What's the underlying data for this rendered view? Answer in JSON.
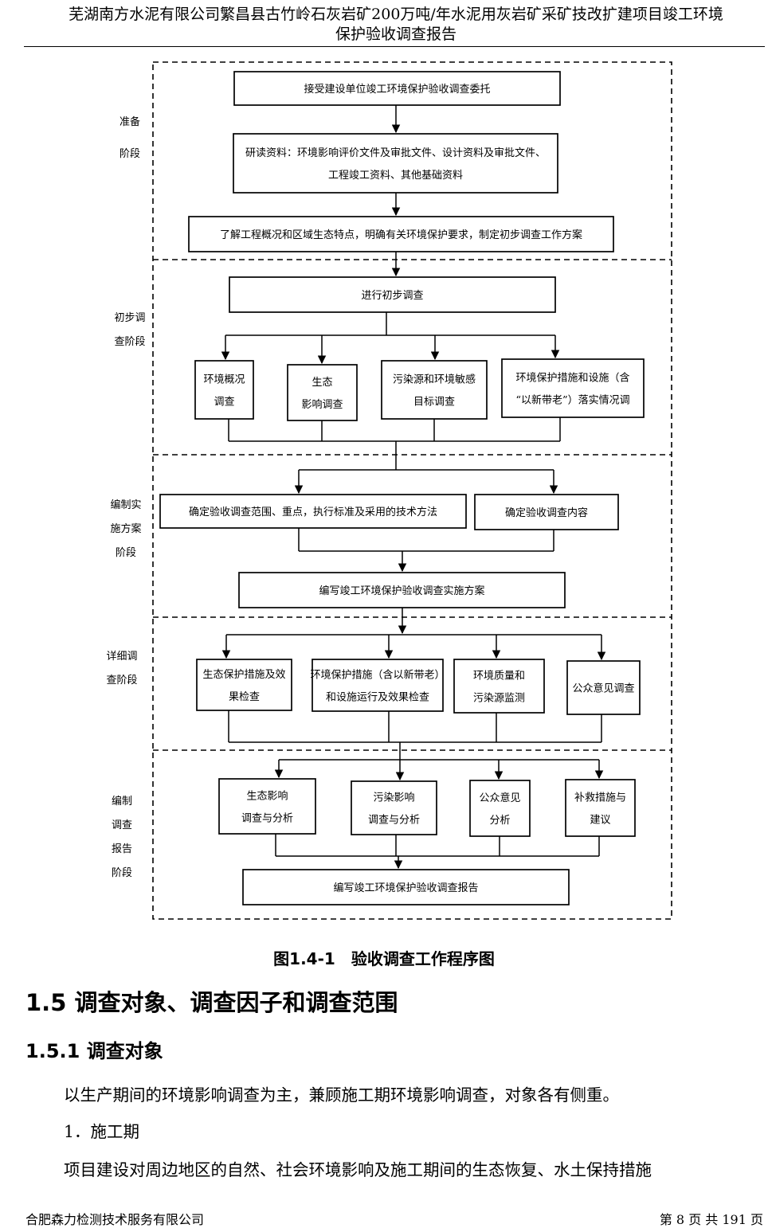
{
  "header": {
    "line1": "芜湖南方水泥有限公司繁昌县古竹岭石灰岩矿200万吨/年水泥用灰岩矿采矿技改扩建项目竣工环境",
    "line2": "保护验收调查报告"
  },
  "flowchart": {
    "stages": [
      {
        "lines": [
          "准备",
          "阶段"
        ]
      },
      {
        "lines": [
          "初步调",
          "查阶段"
        ]
      },
      {
        "lines": [
          "编制实",
          "施方案",
          "阶段"
        ]
      },
      {
        "lines": [
          "详细调",
          "查阶段"
        ]
      },
      {
        "lines": [
          "编制",
          "调查",
          "报告",
          "阶段"
        ]
      }
    ],
    "boxes": {
      "entrust": [
        "接受建设单位竣工环境保护验收调查委托"
      ],
      "study": [
        "研读资料：环境影响评价文件及审批文件、设计资料及审批文件、",
        "工程竣工资料、其他基础资料"
      ],
      "understand": [
        "了解工程概况和区域生态特点，明确有关环境保护要求，制定初步调查工作方案"
      ],
      "prelim": [
        "进行初步调查"
      ],
      "env_overview": [
        "环境概况",
        "调查"
      ],
      "eco_impact": [
        "生态",
        "影响调查"
      ],
      "pollution_sens": [
        "污染源和环境敏感",
        "目标调查"
      ],
      "measures_impl": [
        "环境保护措施和设施（含",
        "“以新带老”）落实情况调"
      ],
      "scope": [
        "确定验收调查范围、重点，执行标准及采用的技术方法"
      ],
      "content": [
        "确定验收调查内容"
      ],
      "plan": [
        "编写竣工环境保护验收调查实施方案"
      ],
      "eco_check": [
        "生态保护措施及效",
        "果检查"
      ],
      "facility_check": [
        "环境保护措施（含以新带老）",
        "和设施运行及效果检查"
      ],
      "quality_monitor": [
        "环境质量和",
        "污染源监测"
      ],
      "public_survey": [
        "公众意见调查"
      ],
      "eco_analysis": [
        "生态影响",
        "调查与分析"
      ],
      "pollution_analysis": [
        "污染影响",
        "调查与分析"
      ],
      "public_analysis": [
        "公众意见",
        "分析"
      ],
      "remedy": [
        "补救措施与",
        "建议"
      ],
      "report": [
        "编写竣工环境保护验收调查报告"
      ]
    }
  },
  "caption": "图1.4-1　验收调查工作程序图",
  "section_heading": "1.5  调查对象、调查因子和调查范围",
  "subsection_heading": "1.5.1  调查对象",
  "paragraphs": {
    "p1": "以生产期间的环境影响调查为主，兼顾施工期环境影响调查，对象各有侧重。",
    "p2": "1．施工期",
    "p3": "项目建设对周边地区的自然、社会环境影响及施工期间的生态恢复、水土保持措施"
  },
  "footer": {
    "company": "合肥森力检测技术服务有限公司",
    "page": "第 8 页 共 191 页"
  }
}
